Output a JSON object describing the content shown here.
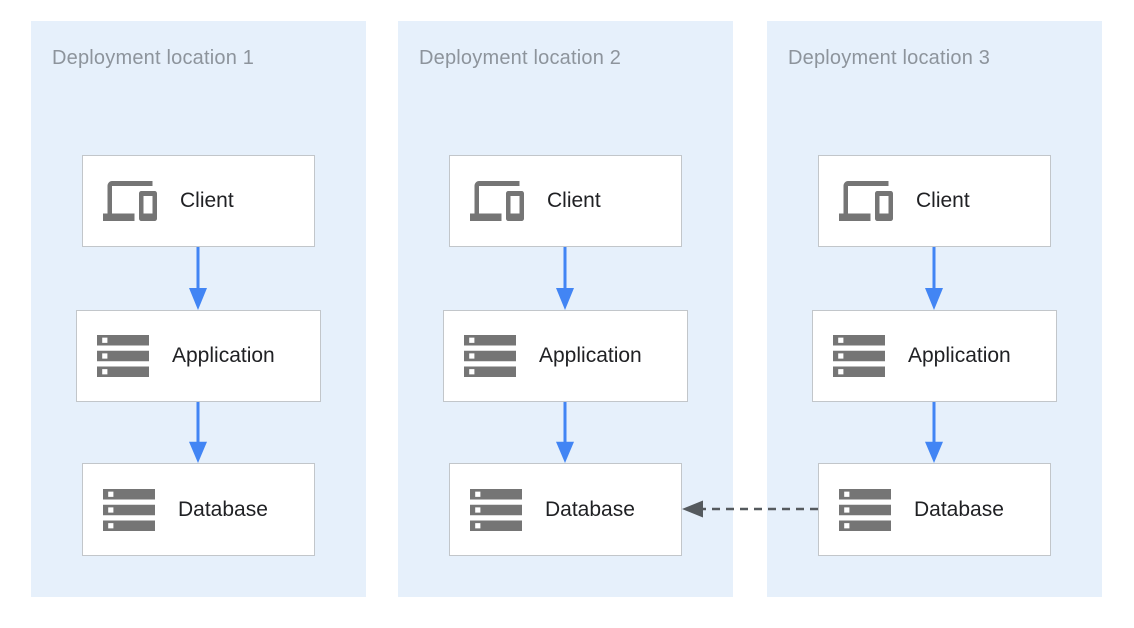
{
  "diagram": {
    "colors": {
      "panel_background": "#e6f0fb",
      "node_background": "#ffffff",
      "node_border": "#c2c6ca",
      "flow_arrow_blue": "#4285f4",
      "dashed_arrow_gray": "#555a5e",
      "icon_gray": "#757575",
      "panel_title_gray": "#8d949c",
      "node_label_color": "#202124"
    },
    "panels": [
      {
        "title": "Deployment location 1",
        "nodes": [
          {
            "label": "Client",
            "icon": "devices-icon"
          },
          {
            "label": "Application",
            "icon": "servers-icon"
          },
          {
            "label": "Database",
            "icon": "servers-icon"
          }
        ]
      },
      {
        "title": "Deployment location 2",
        "nodes": [
          {
            "label": "Client",
            "icon": "devices-icon"
          },
          {
            "label": "Application",
            "icon": "servers-icon"
          },
          {
            "label": "Database",
            "icon": "servers-icon"
          }
        ]
      },
      {
        "title": "Deployment location 3",
        "nodes": [
          {
            "label": "Client",
            "icon": "devices-icon"
          },
          {
            "label": "Application",
            "icon": "servers-icon"
          },
          {
            "label": "Database",
            "icon": "servers-icon"
          }
        ]
      }
    ],
    "flows": [
      {
        "from": "Client",
        "to": "Application",
        "scope": "each panel",
        "style": "solid-blue-down"
      },
      {
        "from": "Application",
        "to": "Database",
        "scope": "each panel",
        "style": "solid-blue-down"
      },
      {
        "from": "Database @ Deployment location 3",
        "to": "Database @ Deployment location 2",
        "style": "dashed-gray-left"
      }
    ]
  }
}
